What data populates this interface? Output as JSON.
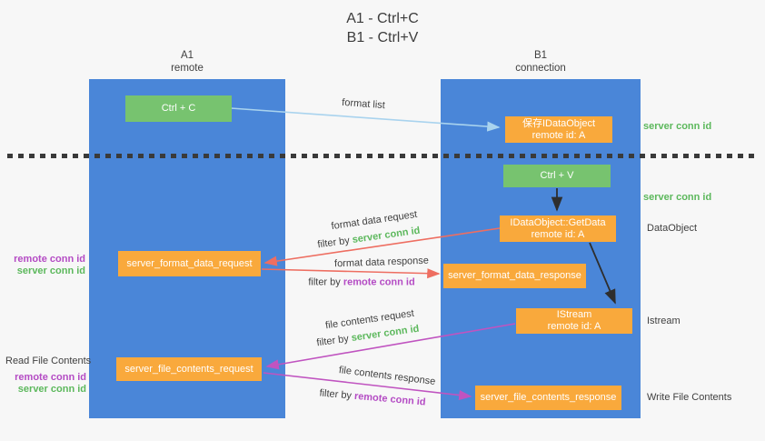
{
  "title": {
    "line1": "A1 - Ctrl+C",
    "line2": "B1 - Ctrl+V"
  },
  "lanes": {
    "a1": {
      "name": "A1",
      "subtitle": "remote"
    },
    "b1": {
      "name": "B1",
      "subtitle": "connection"
    }
  },
  "nodes": {
    "ctrl_c": {
      "label": "Ctrl + C"
    },
    "save_dataobject": {
      "line1": "保存IDataObject",
      "line2": "remote id: A"
    },
    "ctrl_v": {
      "label": "Ctrl + V"
    },
    "getdata": {
      "line1": "IDataObject::GetData",
      "line2": "remote id: A"
    },
    "format_request": {
      "label": "server_format_data_request"
    },
    "format_response": {
      "label": "server_format_data_response"
    },
    "istream": {
      "line1": "IStream",
      "line2": "remote id: A"
    },
    "file_request": {
      "label": "server_file_contents_request"
    },
    "file_response": {
      "label": "server_file_contents_response"
    }
  },
  "edge_labels": {
    "format_list": "format list",
    "format_data_request": "format data request",
    "format_data_response": "format data response",
    "file_contents_request": "file contents request",
    "file_contents_response": "file contents response",
    "filter_by": "filter by",
    "server_conn_id": "server conn id",
    "remote_conn_id": "remote conn id"
  },
  "side_labels": {
    "server_conn_id_top": "server conn id",
    "server_conn_id_mid": "server conn id",
    "dataobject": "DataObject",
    "istream": "Istream",
    "write_file_contents": "Write File Contents",
    "read_file_contents": "Read File Contents",
    "remote_conn_id": "remote conn id",
    "server_conn_id": "server conn id"
  },
  "colors": {
    "lane_blue": "#4a86d8",
    "node_green": "#77c36f",
    "node_orange": "#f9a93c",
    "arrow_light_blue": "#a9d3ee",
    "arrow_red": "#ee6e61",
    "arrow_purple": "#c054c0",
    "arrow_black": "#2e2e2e",
    "text_green": "#5cb85c",
    "text_purple": "#b44bc4",
    "text_dark": "#3f3f3f",
    "background": "#f7f7f7"
  }
}
